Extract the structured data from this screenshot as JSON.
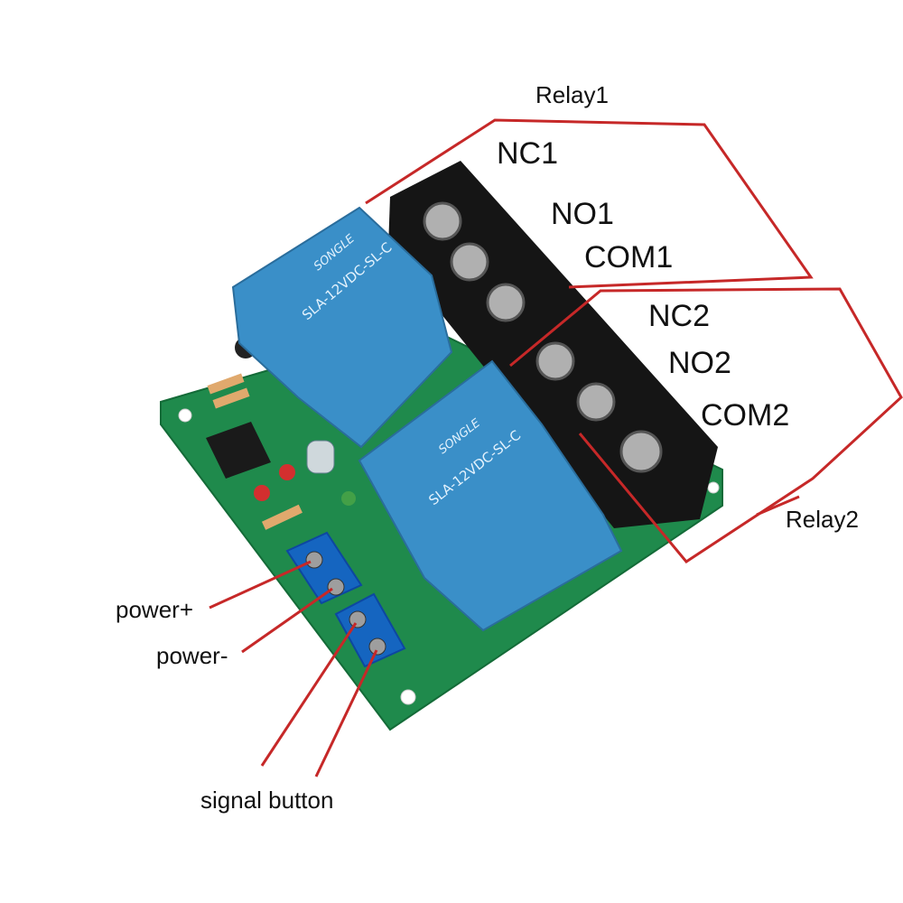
{
  "relay1": {
    "title": "Relay1",
    "terminals": [
      "NC1",
      "NO1",
      "COM1"
    ]
  },
  "relay2": {
    "title": "Relay2",
    "terminals": [
      "NC2",
      "NO2",
      "COM2"
    ]
  },
  "inputs": {
    "power_plus": "power+",
    "power_minus": "power-",
    "signal_button": "signal button"
  },
  "relay_module": {
    "relay_print_1": "SONGLE",
    "relay_model_1": "SLA-12VDC-SL-C",
    "relay_print_2": "SONGLE",
    "relay_model_2": "SLA-12VDC-SL-C"
  },
  "colors": {
    "annotation_line": "#c62828",
    "pcb": "#1f8a4c",
    "relay_body": "#3a8fc8",
    "terminal_block": "#111111",
    "screw_terminal": "#1565c0"
  }
}
